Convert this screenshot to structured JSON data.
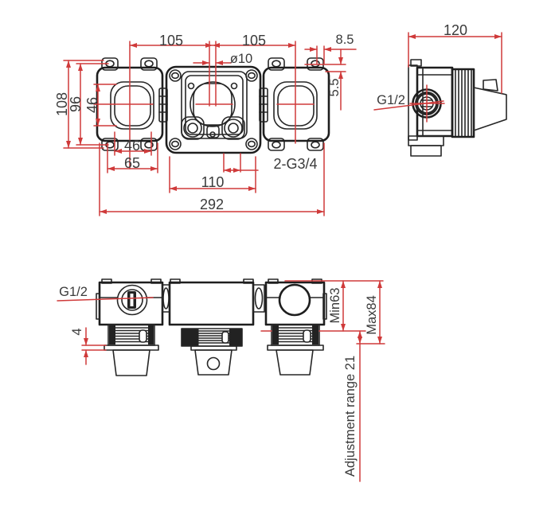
{
  "drawing": {
    "type": "dimensioned engineering drawing of a 3-outlet concealed shower valve body",
    "colors": {
      "line": "#262626",
      "dimension": "#cf3a3a",
      "text": "#3a3a3a",
      "background": "#ffffff"
    },
    "views": {
      "front": {
        "name": "front-view",
        "dims": {
          "pitch_left": "105",
          "pitch_right": "105",
          "tab_offset": "8.5",
          "hole_dia": "ø10",
          "hole_edge": "5.5",
          "overall_height": "108",
          "hole_pitch_vertical": "96",
          "opening_height": "46",
          "opening_width": "46",
          "body_width": "65",
          "outlet_thread": "2-G3/4",
          "outlet_pitch": "110",
          "overall_width": "292"
        }
      },
      "side": {
        "name": "side-view",
        "dims": {
          "depth": "120",
          "inlet_thread": "G1/2"
        }
      },
      "bottom": {
        "name": "bottom-view",
        "dims": {
          "inlet_thread": "G1/2",
          "plate_thickness": "4",
          "min_depth": "Min63",
          "max_depth": "Max84",
          "adjust_range": "Adjustment range 21"
        }
      }
    }
  }
}
